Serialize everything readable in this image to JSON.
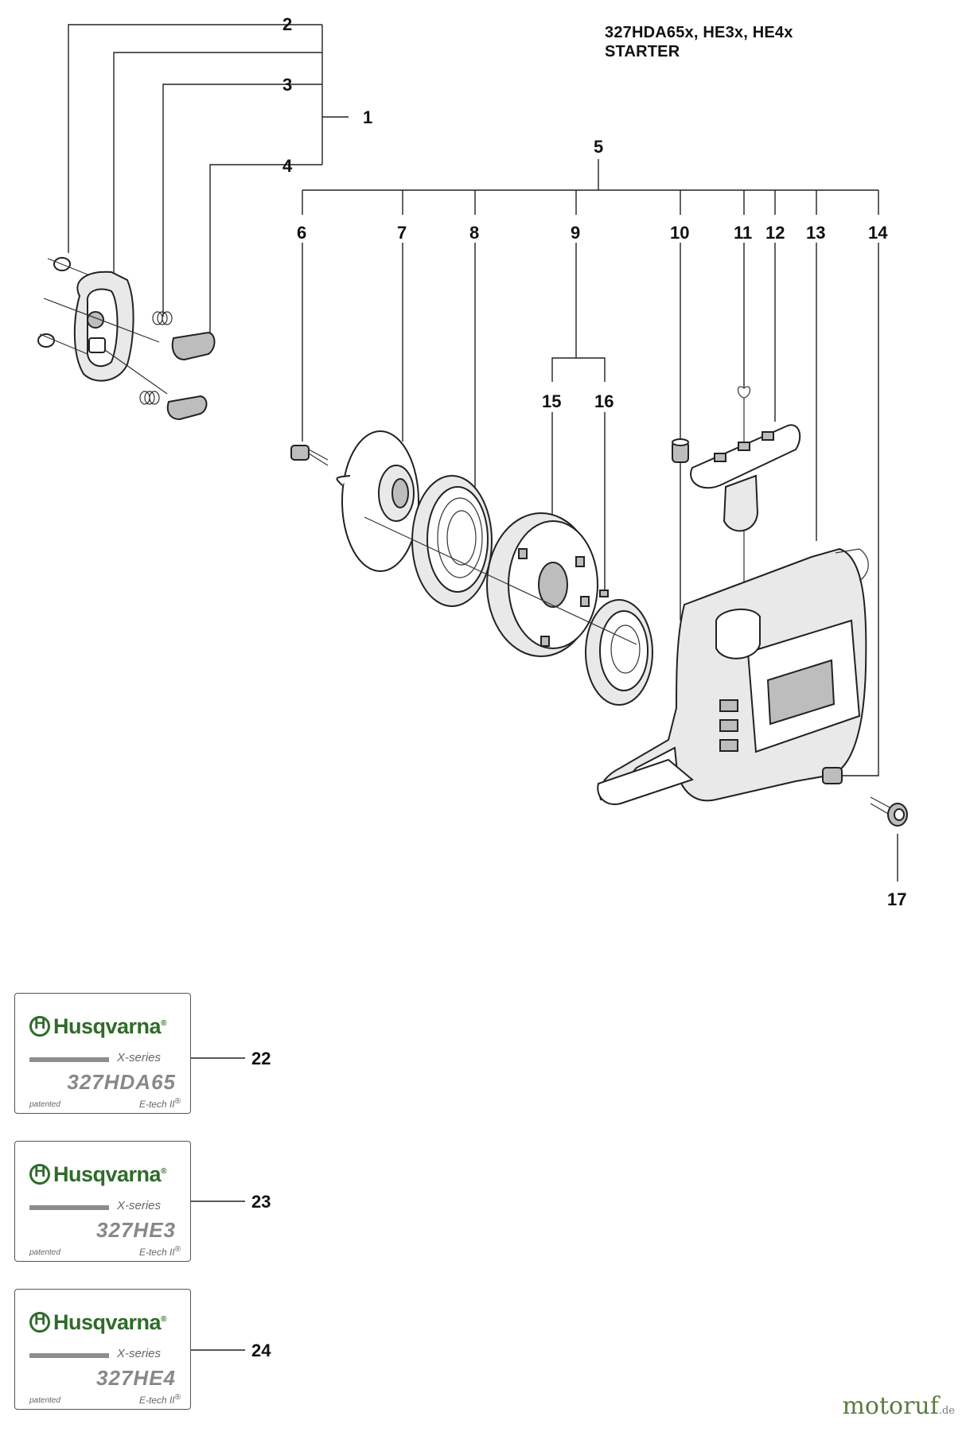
{
  "title": {
    "line1": "327HDA65x, HE3x, HE4x",
    "line2": "STARTER"
  },
  "callouts": [
    "1",
    "2",
    "3",
    "4",
    "5",
    "6",
    "7",
    "8",
    "9",
    "10",
    "11",
    "12",
    "13",
    "14",
    "15",
    "16",
    "17",
    "22",
    "23",
    "24"
  ],
  "decals": [
    {
      "number": "22",
      "brand": "Husqvarna",
      "series": "X-series",
      "model": "327HDA65",
      "patent": "patented",
      "tech": "E-tech II"
    },
    {
      "number": "23",
      "brand": "Husqvarna",
      "series": "X-series",
      "model": "327HE3",
      "patent": "patented",
      "tech": "E-tech II"
    },
    {
      "number": "24",
      "brand": "Husqvarna",
      "series": "X-series",
      "model": "327HE4",
      "patent": "patented",
      "tech": "E-tech II"
    }
  ],
  "watermark": {
    "name": "motoruf",
    "tld": ".de"
  },
  "colors": {
    "brand_green": "#2f6b2a",
    "watermark_green": "#5a7d3f"
  }
}
